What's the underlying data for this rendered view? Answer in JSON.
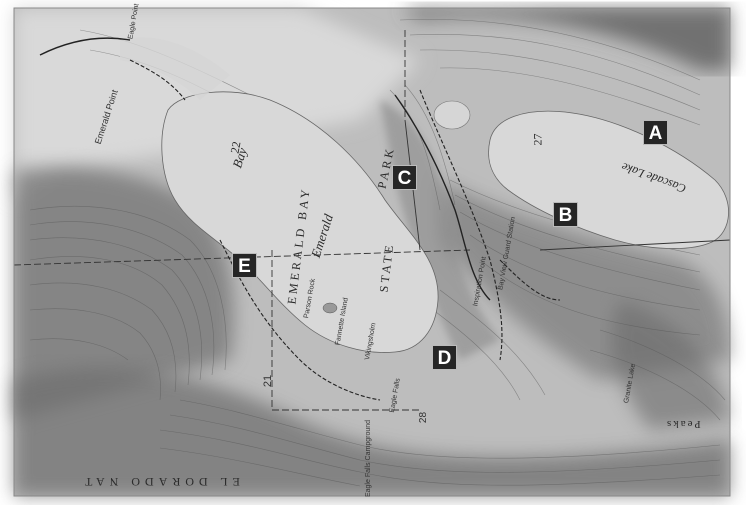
{
  "markers": {
    "a": "A",
    "b": "B",
    "c": "C",
    "d": "D",
    "e": "E"
  },
  "labels": {
    "emerald_bay": "EMERALD BAY",
    "emerald": "Emerald",
    "bay": "Bay",
    "state": "STATE",
    "park": "PARK",
    "cascade_lake": "Cascade Lake",
    "lake_depth": "27",
    "bay_depth": "22",
    "emerald_point": "Emerald Point",
    "eagle_point": "Eagle Point",
    "fannette_island": "Fannette Island",
    "parson_rock": "Parson Rock",
    "vikingsholm": "Vikingsholm",
    "eagle_falls": "Eagle Falls",
    "eagle_falls_campground": "Eagle Falls Campground",
    "bay_view_guard_station": "Bay View Guard Station",
    "inspiration_point": "Inspiration Point",
    "granite_lake": "Granite Lake",
    "peaks": "Peaks",
    "el_dorado_nat": "EL DORADO NAT",
    "section_21": "21",
    "section_28": "28"
  },
  "colors": {
    "water": "#d6d6d6",
    "terrain_light": "#c8c8c8",
    "terrain_dark": "#5a5a5a",
    "marker_bg": "#262626",
    "marker_text": "#ffffff"
  }
}
